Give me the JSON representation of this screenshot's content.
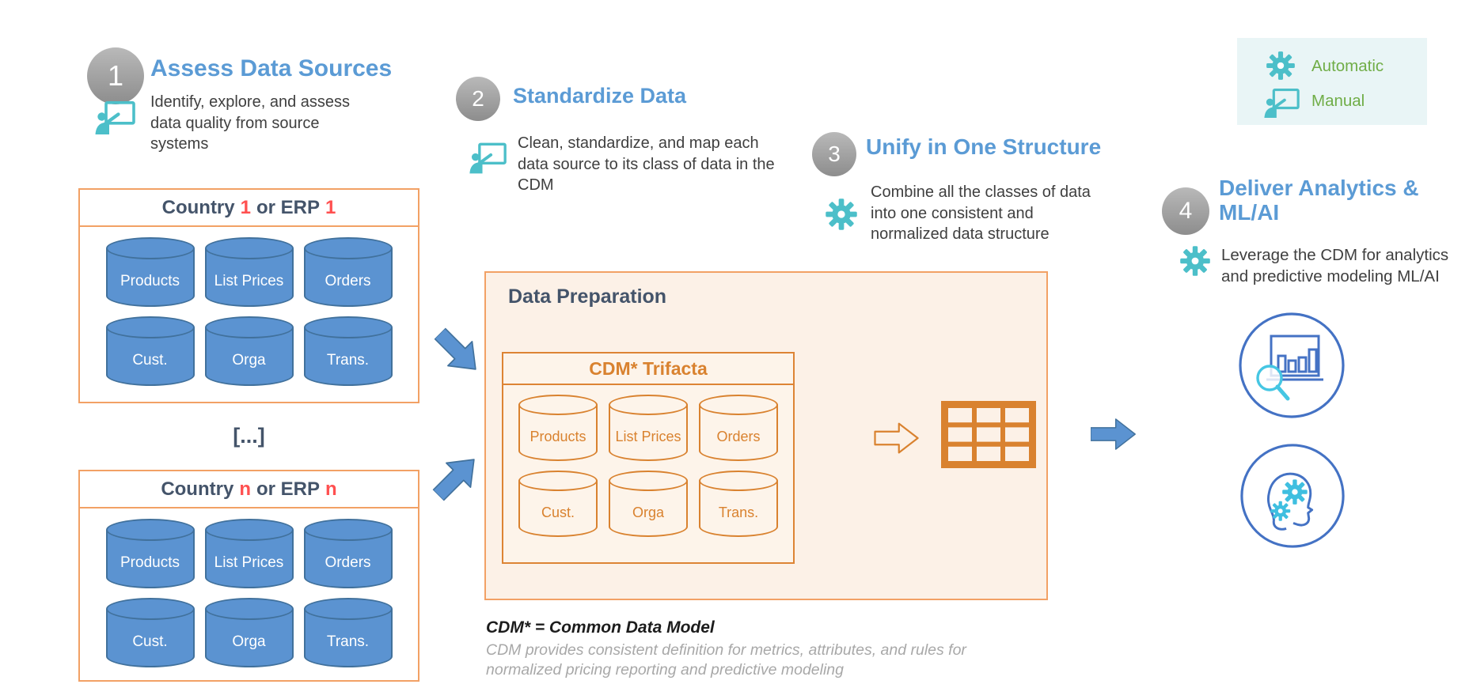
{
  "legend": {
    "automatic": "Automatic",
    "manual": "Manual"
  },
  "steps": [
    {
      "number": "1",
      "title": "Assess Data Sources",
      "description": "Identify, explore, and assess data quality from source systems",
      "mode": "manual"
    },
    {
      "number": "2",
      "title": "Standardize Data",
      "description": "Clean, standardize, and map each data source to its class of data in the CDM",
      "mode": "manual"
    },
    {
      "number": "3",
      "title": "Unify in One Structure",
      "description": "Combine all the classes of data into one consistent and normalized data structure",
      "mode": "automatic"
    },
    {
      "number": "4",
      "title": "Deliver Analytics & ML/AI",
      "description": "Leverage the CDM for analytics and predictive modeling ML/AI",
      "mode": "automatic"
    }
  ],
  "source_boxes": [
    {
      "title": {
        "prefix": "Country",
        "var1": "1",
        "mid": "or ERP",
        "var2": "1"
      },
      "cylinders": [
        "Products",
        "List Prices",
        "Orders",
        "Cust.",
        "Orga",
        "Trans."
      ]
    },
    {
      "title": {
        "prefix": "Country",
        "var1": "n",
        "mid": "or ERP",
        "var2": "n"
      },
      "cylinders": [
        "Products",
        "List Prices",
        "Orders",
        "Cust.",
        "Orga",
        "Trans."
      ]
    }
  ],
  "ellipsis": "[...]",
  "data_preparation": {
    "title": "Data Preparation",
    "cdm_title": "CDM* Trifacta",
    "cylinders": [
      "Products",
      "List Prices",
      "Orders",
      "Cust.",
      "Orga",
      "Trans."
    ]
  },
  "footnote": {
    "definition": "CDM* = Common Data Model",
    "note": "CDM provides consistent definition for metrics, attributes, and rules for normalized pricing reporting and predictive modeling"
  },
  "colors": {
    "step_title_blue": "#5B9BD5",
    "navy": "#44546A",
    "accent_red": "#FF5050",
    "teal_icon": "#4CBFC9",
    "green_label": "#70AD47",
    "orange": "#D9822F",
    "orange_border_light": "#F2A165",
    "cream": "#FCF1E7",
    "cylinder_blue": "#5B93D1",
    "cylinder_blue_border": "#41719C",
    "icon_circle_blue": "#4472C4",
    "icon_cyan": "#3FBFE0"
  }
}
